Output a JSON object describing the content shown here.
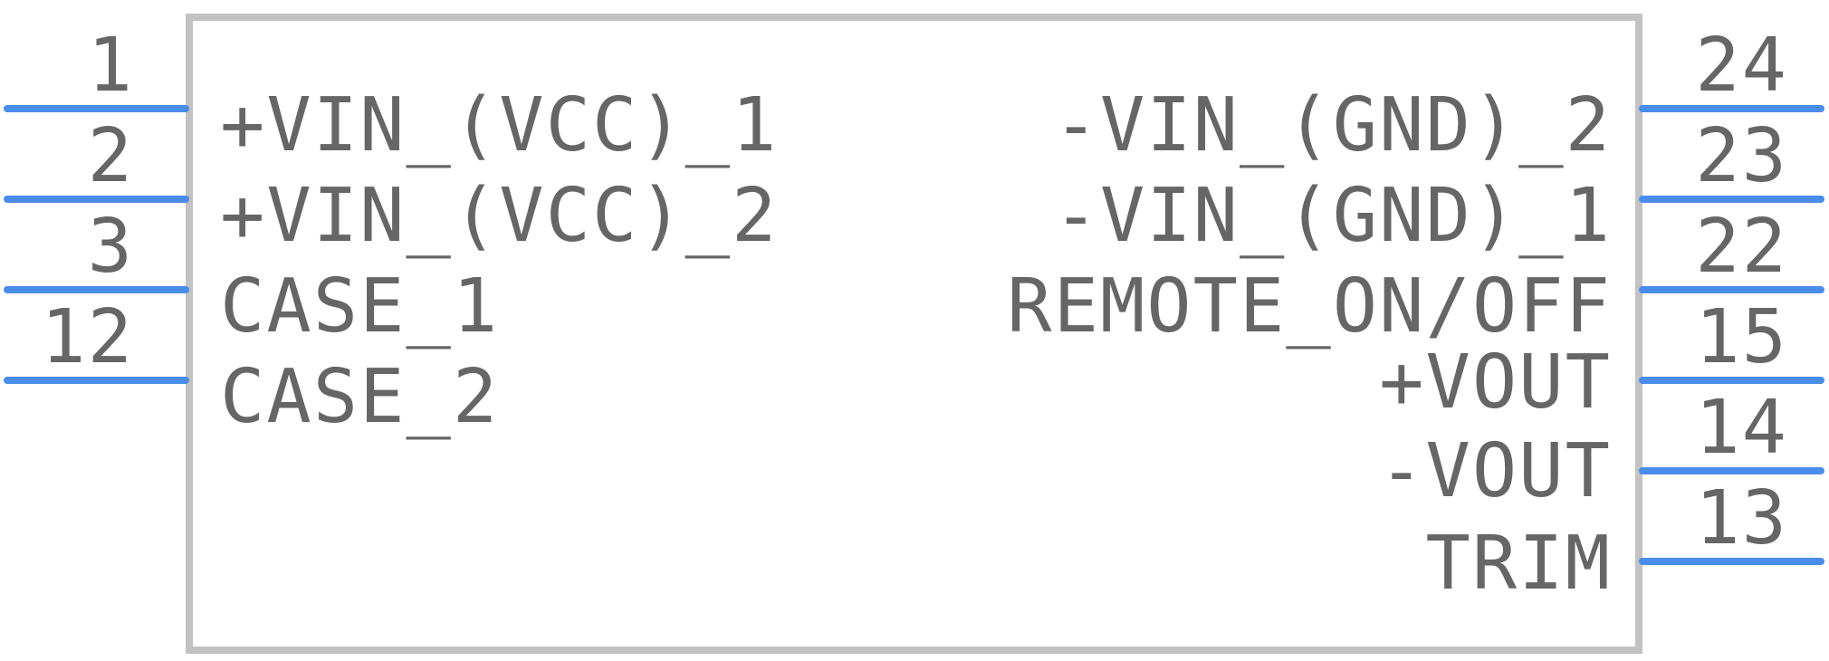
{
  "component": {
    "left_pins": [
      {
        "number": "1",
        "label": "+VIN_(VCC)_1"
      },
      {
        "number": "2",
        "label": "+VIN_(VCC)_2"
      },
      {
        "number": "3",
        "label": "CASE_1"
      },
      {
        "number": "12",
        "label": "CASE_2"
      }
    ],
    "right_pins": [
      {
        "number": "24",
        "label": "-VIN_(GND)_2"
      },
      {
        "number": "23",
        "label": "-VIN_(GND)_1"
      },
      {
        "number": "22",
        "label": "REMOTE_ON/OFF"
      },
      {
        "number": "15",
        "label": "+VOUT"
      },
      {
        "number": "14",
        "label": "-VOUT"
      },
      {
        "number": "13",
        "label": "TRIM"
      }
    ]
  },
  "colors": {
    "pin": "#4a8cea",
    "text": "#666666",
    "outline": "#c2c2c2"
  }
}
